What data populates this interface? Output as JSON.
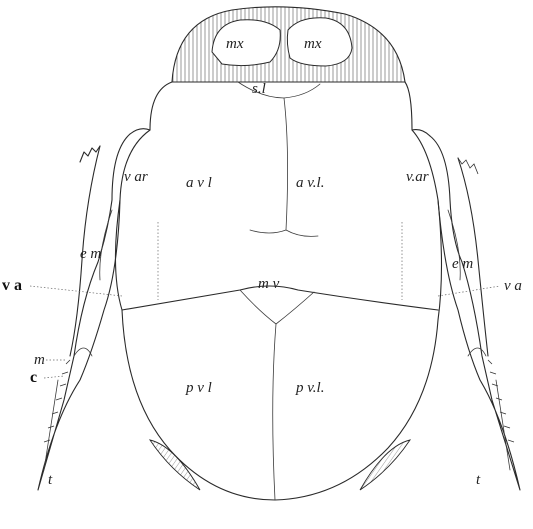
{
  "labels": {
    "mx_left": "mx",
    "mx_right": "mx",
    "sl": "s.l",
    "var_left": "v ar",
    "var_right": "v.ar",
    "avl_left": "a v l",
    "avl_right": "a v.l.",
    "em_left": "e m",
    "em_right": "e m",
    "mv": "m v",
    "va_left": "v a",
    "va_right": "v a",
    "m": "m",
    "c": "c",
    "pvl_left": "p v l",
    "pvl_right": "p v.l.",
    "t_left": "t",
    "t_right": "t"
  }
}
